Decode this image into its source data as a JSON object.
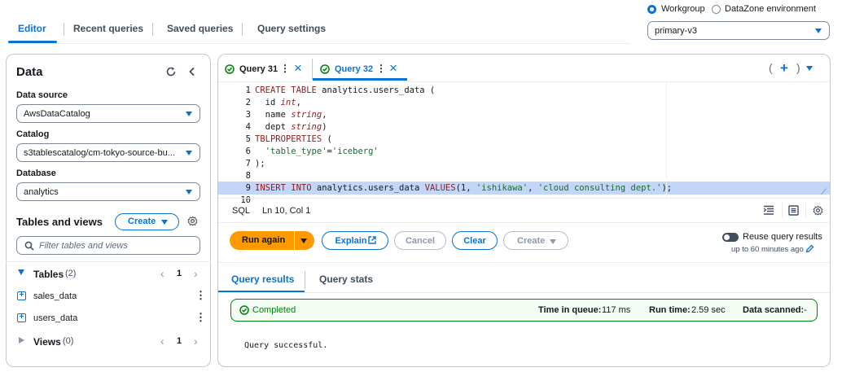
{
  "top_tabs": [
    {
      "label": "Editor",
      "active": true
    },
    {
      "label": "Recent queries",
      "active": false
    },
    {
      "label": "Saved queries",
      "active": false
    },
    {
      "label": "Query settings",
      "active": false
    }
  ],
  "environment": {
    "options": [
      {
        "label": "Workgroup",
        "selected": true
      },
      {
        "label": "DataZone environment",
        "selected": false
      }
    ],
    "workgroup_value": "primary-v3"
  },
  "data_panel": {
    "title": "Data",
    "data_source_label": "Data source",
    "data_source_value": "AwsDataCatalog",
    "catalog_label": "Catalog",
    "catalog_value": "s3tablescatalog/cm-tokyo-source-bu...",
    "database_label": "Database",
    "database_value": "analytics",
    "tables_views_title": "Tables and views",
    "create_label": "Create",
    "filter_placeholder": "Filter tables and views",
    "tables_section": {
      "label": "Tables",
      "count": "(2)",
      "page": "1"
    },
    "tables": [
      "sales_data",
      "users_data"
    ],
    "views_section": {
      "label": "Views",
      "count": "(0)",
      "page": "1"
    }
  },
  "editor": {
    "query_tabs": [
      {
        "label": "Query 31",
        "active": false
      },
      {
        "label": "Query 32",
        "active": true
      }
    ],
    "line_numbers": [
      "1",
      "2",
      "3",
      "4",
      "5",
      "6",
      "7",
      "8",
      "9",
      "10"
    ],
    "code": [
      [
        {
          "t": "kw",
          "v": "CREATE TABLE"
        },
        {
          "t": "p",
          "v": " analytics.users_data ("
        }
      ],
      [
        {
          "t": "p",
          "v": "  id "
        },
        {
          "t": "it",
          "v": "int"
        },
        {
          "t": "p",
          "v": ","
        }
      ],
      [
        {
          "t": "p",
          "v": "  name "
        },
        {
          "t": "it",
          "v": "string"
        },
        {
          "t": "p",
          "v": ","
        }
      ],
      [
        {
          "t": "p",
          "v": "  dept "
        },
        {
          "t": "it",
          "v": "string"
        },
        {
          "t": "p",
          "v": ")"
        }
      ],
      [
        {
          "t": "kw",
          "v": "TBLPROPERTIES"
        },
        {
          "t": "p",
          "v": " ("
        }
      ],
      [
        {
          "t": "p",
          "v": "  "
        },
        {
          "t": "str",
          "v": "'table_type'"
        },
        {
          "t": "p",
          "v": "="
        },
        {
          "t": "str",
          "v": "'iceberg'"
        }
      ],
      [
        {
          "t": "p",
          "v": ");"
        }
      ],
      [],
      [],
      [
        {
          "t": "kw",
          "v": "INSERT INTO"
        },
        {
          "t": "p",
          "v": " analytics.users_data "
        },
        {
          "t": "kw",
          "v": "VALUES"
        },
        {
          "t": "p",
          "v": "(1, "
        },
        {
          "t": "str",
          "v": "'ishikawa'"
        },
        {
          "t": "p",
          "v": ", "
        },
        {
          "t": "str",
          "v": "'cloud consulting dept.'"
        },
        {
          "t": "p",
          "v": ");"
        }
      ]
    ],
    "language": "SQL",
    "cursor_position": "Ln 10, Col 1"
  },
  "actions": {
    "run_again": "Run again",
    "explain": "Explain",
    "cancel": "Cancel",
    "clear": "Clear",
    "create": "Create",
    "reuse_label": "Reuse query results",
    "reuse_sub": "up to 60 minutes ago"
  },
  "results": {
    "tabs": [
      {
        "label": "Query results",
        "active": true
      },
      {
        "label": "Query stats",
        "active": false
      }
    ],
    "status": "Completed",
    "time_in_queue_label": "Time in queue:",
    "time_in_queue_value": "117 ms",
    "run_time_label": "Run time:",
    "run_time_value": "2.59 sec",
    "data_scanned_label": "Data scanned:",
    "data_scanned_value": "-",
    "output": "Query successful."
  },
  "colors": {
    "accent": "#0972d3",
    "run_button": "#ff9900",
    "success": "#037f0c",
    "highlight": "#c3d6f7"
  }
}
